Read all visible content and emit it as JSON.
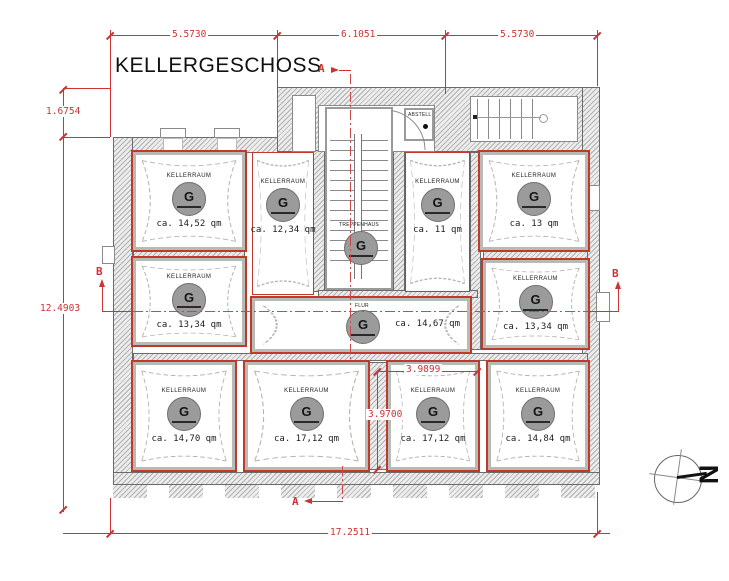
{
  "title": "KELLERGESCHOSS",
  "colors": {
    "dimension_red": "#cc3333",
    "wall_gray": "#b0b0b0",
    "gully_gray": "#9b9b9b"
  },
  "north": {
    "label": "N"
  },
  "sections": {
    "a": "A",
    "b": "B"
  },
  "dimensions": {
    "top": [
      "5.5730",
      "6.1051",
      "5.5730"
    ],
    "left_offset": "1.6754",
    "left_total": "12.4903",
    "bottom_total": "17.2511",
    "room_width": "3.9899",
    "room_height": "3.9700"
  },
  "symbols": {
    "gully": "G"
  },
  "stairwell": {
    "label": "TREPPENHAUS"
  },
  "storage": {
    "label": "ABSTELL"
  },
  "corridor": {
    "label": "FLUR",
    "area": "ca. 14,67 qm"
  },
  "rooms": [
    {
      "label": "KELLERRAUM",
      "area": "ca. 14,52 qm"
    },
    {
      "label": "KELLERRAUM",
      "area": "ca. 12,34 qm"
    },
    {
      "label": "KELLERRAUM",
      "area": "ca. 11 qm"
    },
    {
      "label": "KELLERRAUM",
      "area": "ca. 13 qm"
    },
    {
      "label": "KELLERRAUM",
      "area": "ca. 13,34 qm"
    },
    {
      "label": "KELLERRAUM",
      "area": "ca. 13,34 qm"
    },
    {
      "label": "KELLERRAUM",
      "area": "ca. 14,70 qm"
    },
    {
      "label": "KELLERRAUM",
      "area": "ca. 17,12 qm"
    },
    {
      "label": "KELLERRAUM",
      "area": "ca. 17,12 qm"
    },
    {
      "label": "KELLERRAUM",
      "area": "ca. 14,84 qm"
    }
  ]
}
